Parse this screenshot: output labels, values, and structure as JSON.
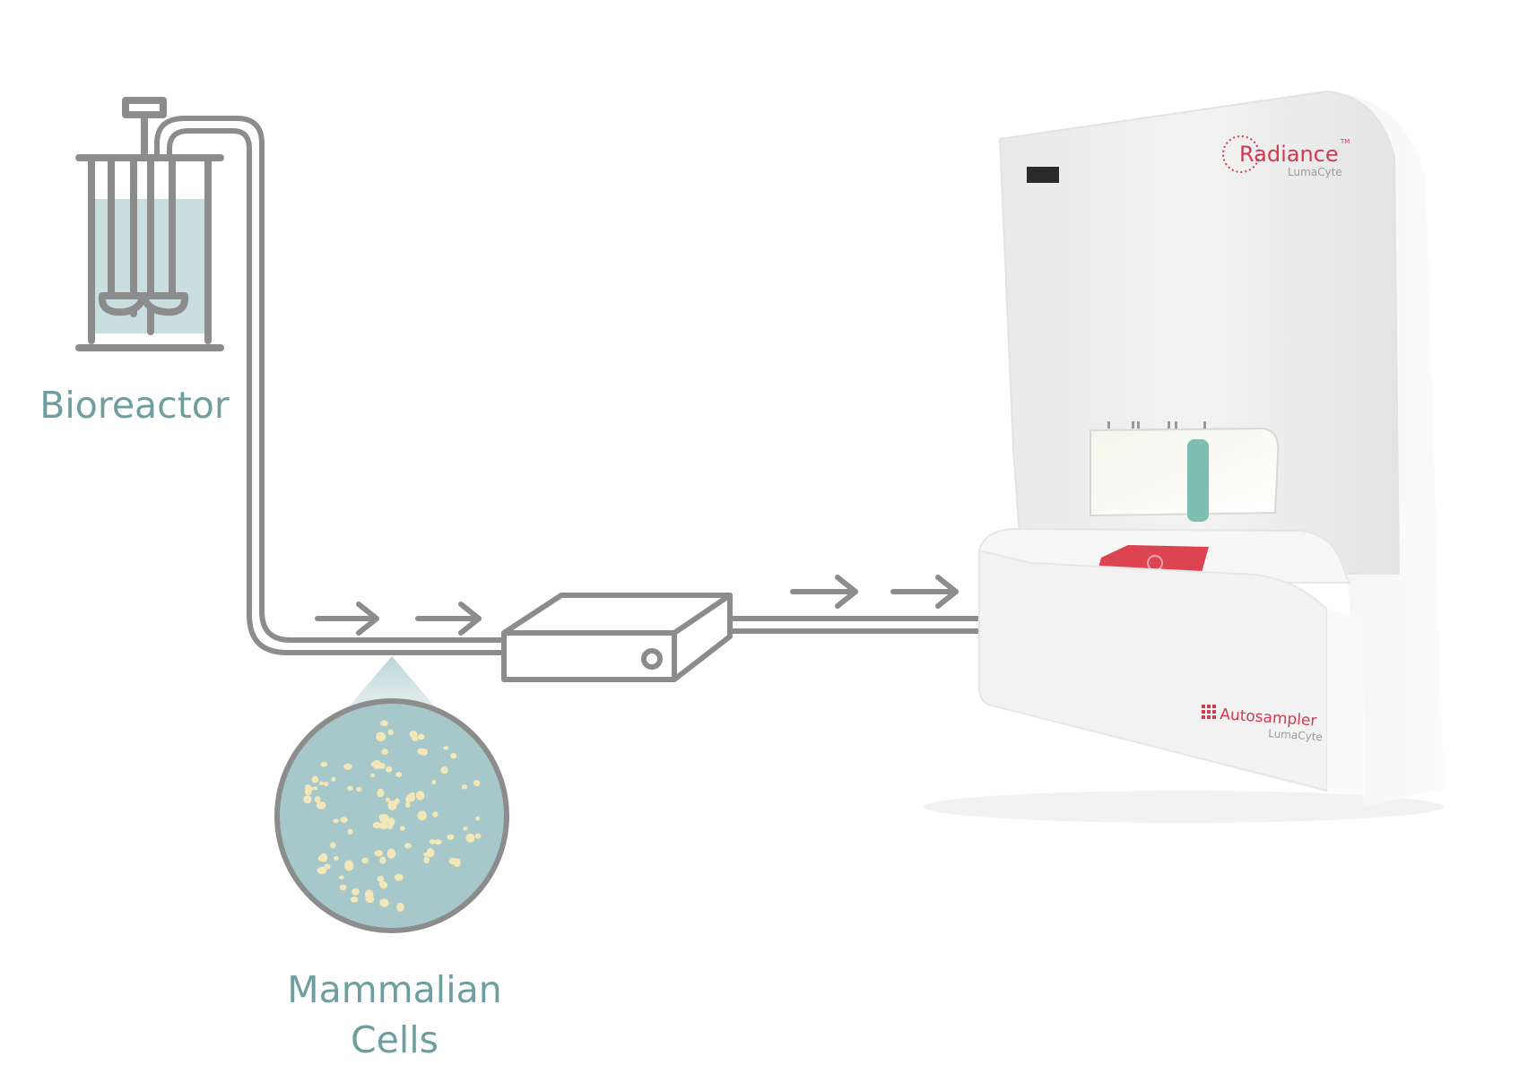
{
  "labels": {
    "bioreactor": "Bioreactor",
    "cells_line1": "Mammalian",
    "cells_line2": "Cells"
  },
  "instrument": {
    "brand": "Radiance",
    "brand_mark": "TM",
    "maker": "LumaCyte",
    "module": "Autosampler",
    "module_maker": "LumaCyte"
  },
  "colors": {
    "line_gray": "#8c8c8c",
    "teal_text": "#6e9ea0",
    "fluid": "#c8dee0",
    "cell_fill": "#f3e7b8",
    "brand_red": "#cf3b4f",
    "device_body": "#f0f0f0"
  },
  "icons": {
    "flow_arrow": "arrow-right-icon",
    "bioreactor": "bioreactor-icon",
    "pump": "pump-box-icon"
  }
}
